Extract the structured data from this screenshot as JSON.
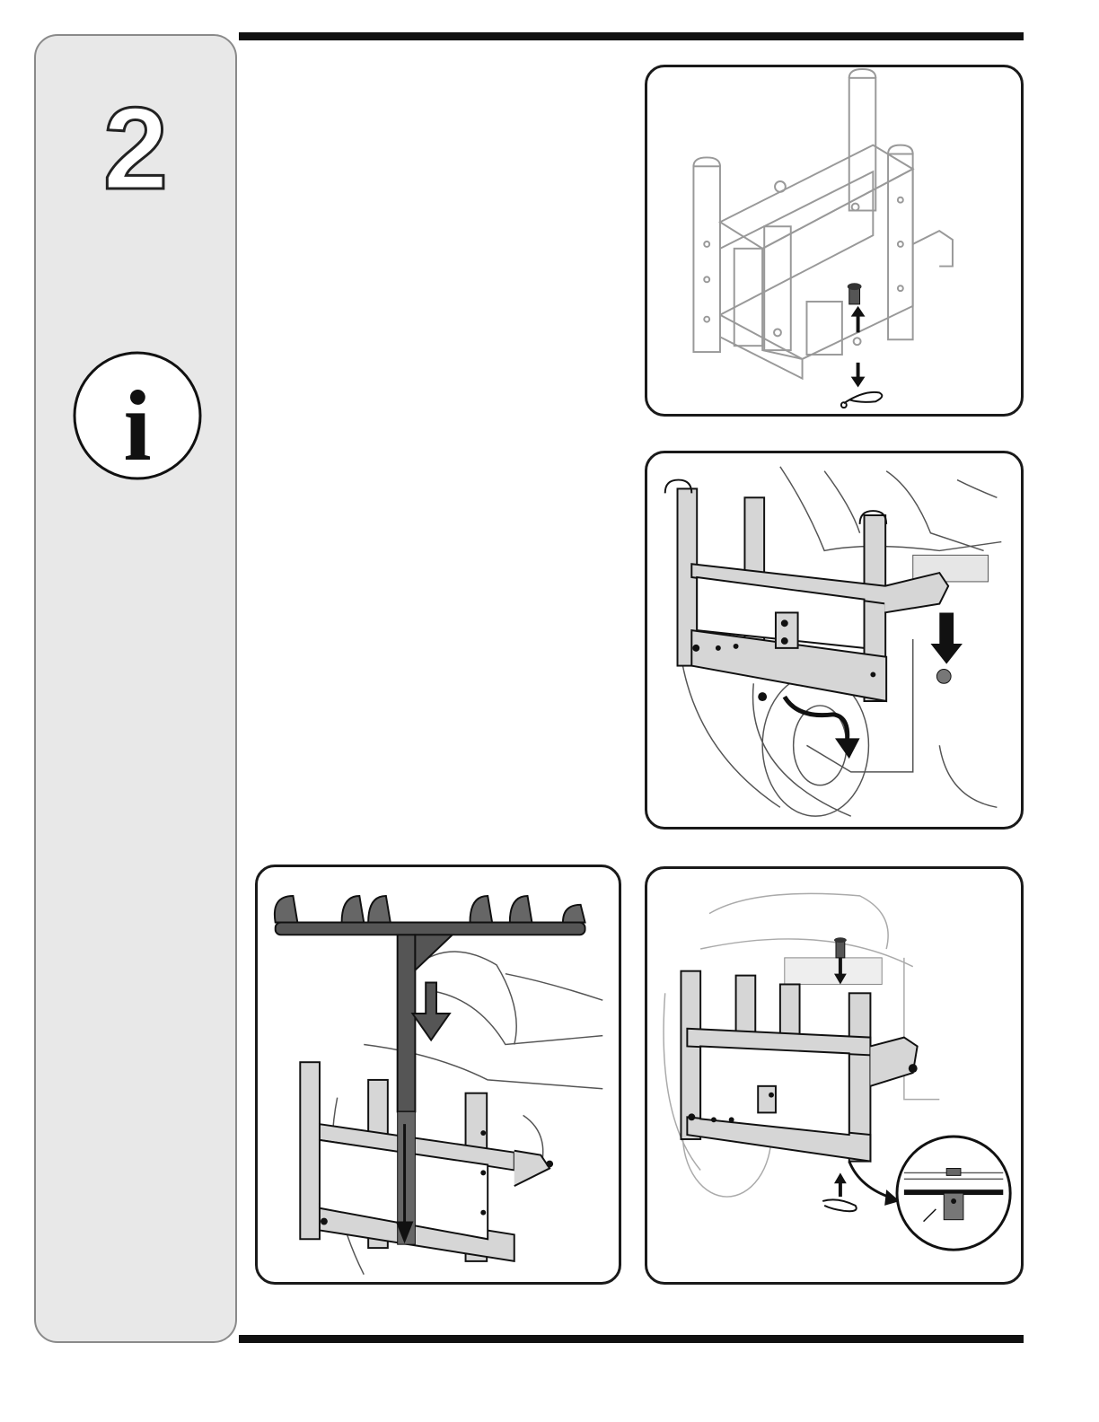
{
  "step": {
    "number": "2"
  },
  "info_icon": {
    "glyph": "i",
    "name": "info-icon"
  },
  "colors": {
    "rule": "#111111",
    "sidebar": "#e8e8e8",
    "sidebar_border": "#8a8a8a",
    "panel_border": "#1a1a1a",
    "bracket_fill": "#d6d6d6",
    "lift_bar": "#555555"
  },
  "illustrations": [
    {
      "id": "panel-1",
      "depicts": "bracket-with-pin-and-clip"
    },
    {
      "id": "panel-2",
      "depicts": "bracket-mounted-on-tractor"
    },
    {
      "id": "panel-3",
      "depicts": "lift-bar-inserted-into-bracket"
    },
    {
      "id": "panel-4",
      "depicts": "bracket-pinned-with-detail-inset"
    }
  ]
}
